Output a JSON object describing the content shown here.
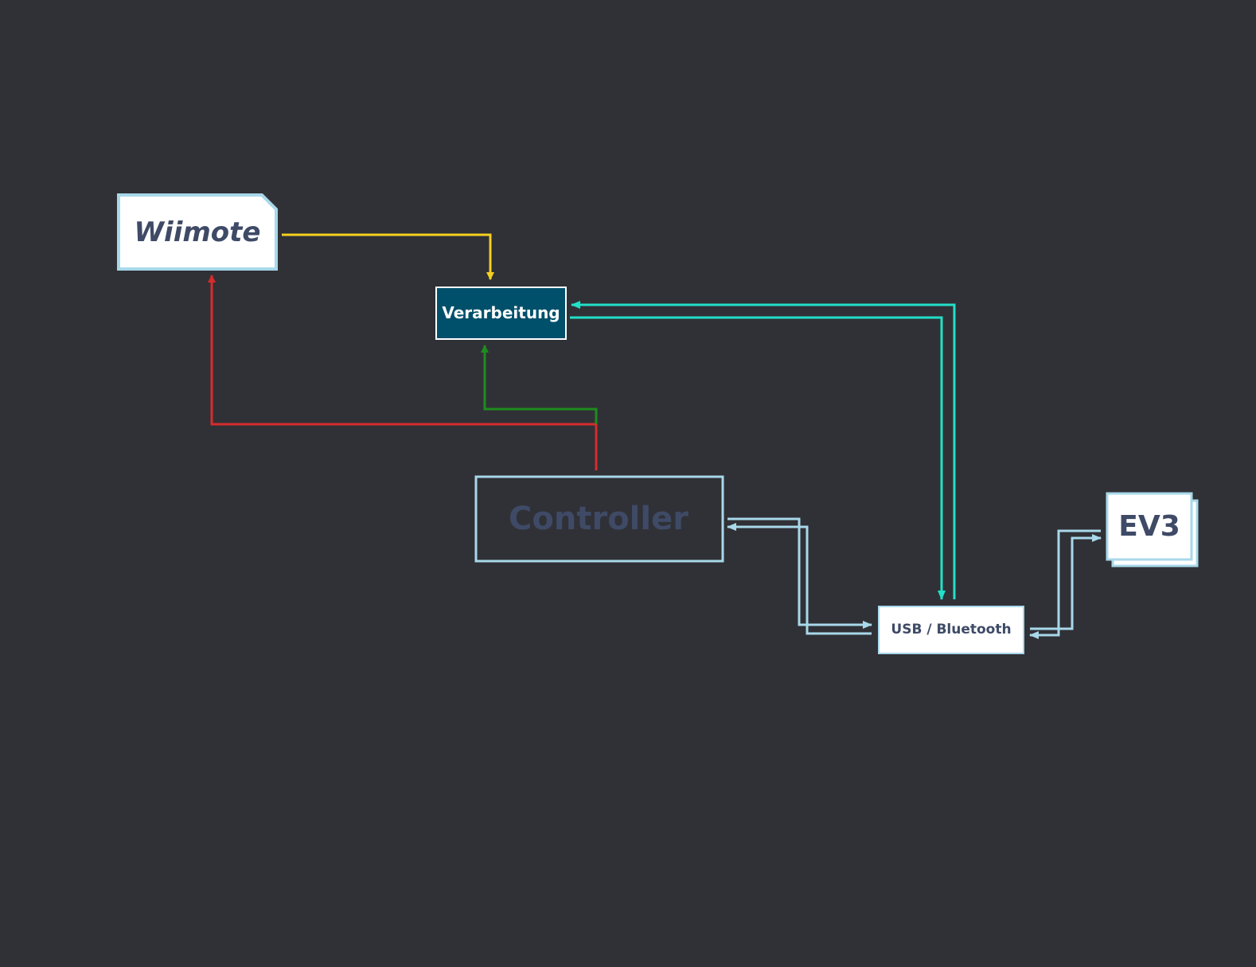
{
  "diagram": {
    "background": "#303136",
    "nodes": {
      "wiimote": {
        "label": "Wiimote"
      },
      "verarbeitung": {
        "label": "Verarbeitung"
      },
      "controller": {
        "label": "Controller"
      },
      "usb_bluetooth": {
        "label": "USB / Bluetooth"
      },
      "ev3": {
        "label": "EV3"
      }
    },
    "colors": {
      "node_border": "#a8d8ea",
      "node_text": "#3e4a66",
      "verarbeitung_fill": "#00506b",
      "verarbeitung_text": "#ffffff",
      "yellow": "#f5d020",
      "red": "#d62c2c",
      "green": "#1e8c1e",
      "cyan": "#22e0c8",
      "light_blue": "#a8d8ea"
    },
    "edges": [
      {
        "from": "wiimote",
        "to": "verarbeitung",
        "color": "yellow"
      },
      {
        "from": "controller",
        "to": "wiimote",
        "color": "red"
      },
      {
        "from": "controller",
        "to": "verarbeitung",
        "color": "green"
      },
      {
        "from": "usb_bluetooth",
        "to": "verarbeitung",
        "color": "cyan"
      },
      {
        "from": "verarbeitung",
        "to": "usb_bluetooth",
        "color": "cyan"
      },
      {
        "from": "controller",
        "to": "usb_bluetooth",
        "color": "light_blue"
      },
      {
        "from": "usb_bluetooth",
        "to": "controller",
        "color": "light_blue"
      },
      {
        "from": "usb_bluetooth",
        "to": "ev3",
        "color": "light_blue"
      },
      {
        "from": "ev3",
        "to": "usb_bluetooth",
        "color": "light_blue"
      }
    ]
  }
}
